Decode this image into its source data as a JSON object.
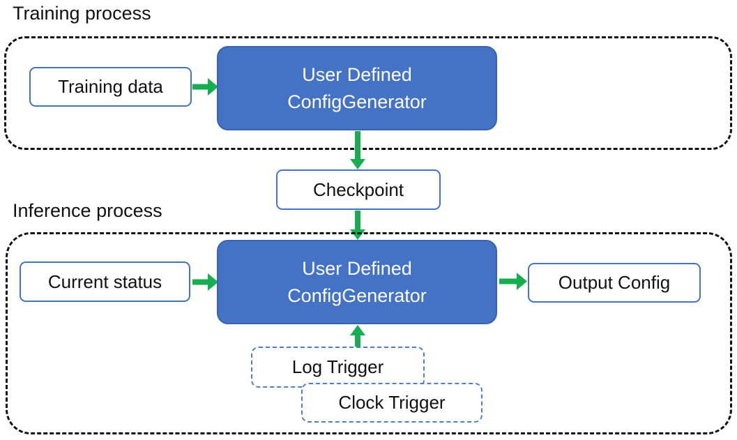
{
  "diagram": {
    "training": {
      "title": "Training process",
      "input_label": "Training data",
      "generator_line1": "User Defined",
      "generator_line2": "ConfigGenerator"
    },
    "checkpoint_label": "Checkpoint",
    "inference": {
      "title": "Inference process",
      "input_label": "Current status",
      "generator_line1": "User Defined",
      "generator_line2": "ConfigGenerator",
      "output_label": "Output Config",
      "log_trigger_label": "Log Trigger",
      "clock_trigger_label": "Clock Trigger"
    },
    "icons": {
      "right_arrow": "arrow-right-icon",
      "down_arrow": "arrow-down-icon",
      "up_arrow": "arrow-up-icon"
    },
    "colors": {
      "node_fill": "#4472C4",
      "node_border": "#3A62AE",
      "outline_blue": "#4472C4",
      "arrow_green": "#17AE52",
      "dashed_black": "#111111",
      "text_dark": "#111111",
      "text_light": "#FFFFFF"
    }
  }
}
